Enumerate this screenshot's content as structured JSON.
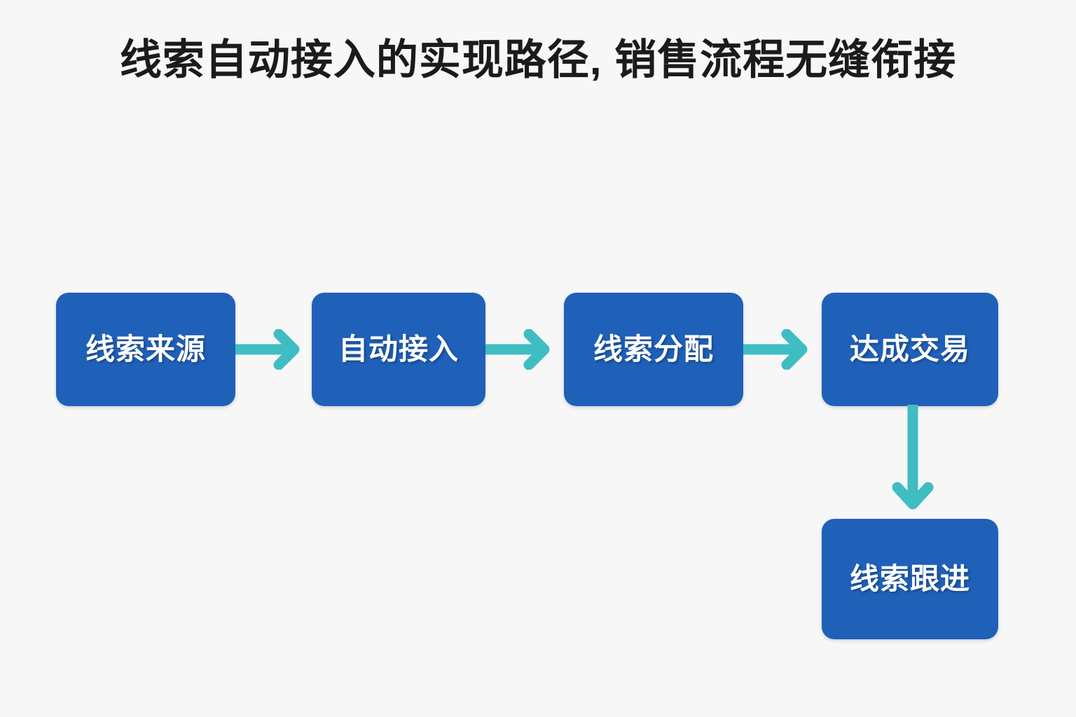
{
  "slide": {
    "title": "线索自动接入的实现路径, 销售流程无缝衔接",
    "background_color": "#f7f7f8",
    "title_color": "#1b1b1b"
  },
  "theme": {
    "box_fill": "#1f60b9",
    "box_text": "#ffffff",
    "arrow_color": "#3fbdc3"
  },
  "diagram": {
    "type": "flowchart",
    "orientation": "horizontal-with-branch",
    "nodes": [
      {
        "id": "box-0",
        "label": "线索来源"
      },
      {
        "id": "box-1",
        "label": "自动接入"
      },
      {
        "id": "box-2",
        "label": "线索分配"
      },
      {
        "id": "box-3",
        "label": "达成交易"
      },
      {
        "id": "box-4",
        "label": "线索跟进"
      }
    ],
    "connectors": [
      {
        "id": "arrow-h-0",
        "from": "box-0",
        "to": "box-1",
        "direction": "right",
        "icon": "arrow-right-icon"
      },
      {
        "id": "arrow-h-1",
        "from": "box-1",
        "to": "box-2",
        "direction": "right",
        "icon": "arrow-right-icon"
      },
      {
        "id": "arrow-h-2",
        "from": "box-2",
        "to": "box-3",
        "direction": "right",
        "icon": "arrow-right-icon"
      },
      {
        "id": "arrow-v-0",
        "from": "box-3",
        "to": "box-4",
        "direction": "down",
        "icon": "arrow-down-icon"
      }
    ]
  }
}
